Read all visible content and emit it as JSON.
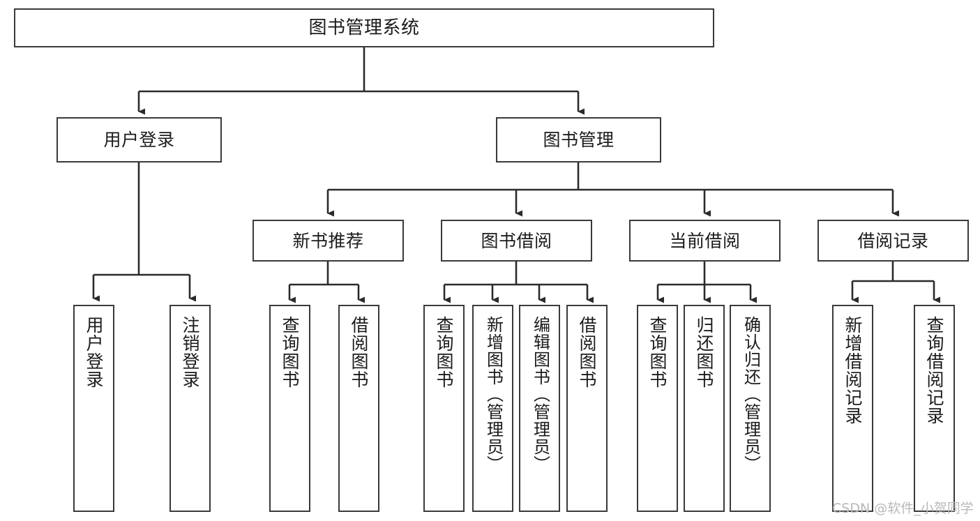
{
  "diagram": {
    "title": "图书管理系统",
    "type": "tree-hierarchy",
    "watermark": "CSDN @软件_小贺同学",
    "colors": {
      "box_border": "#3a3a3a",
      "box_fill": "#ffffff",
      "connector": "#2b2b2b",
      "text": "#1b1b1b",
      "watermark": "#b9b9b9"
    },
    "root": {
      "label": "图书管理系统"
    },
    "level2": [
      {
        "label": "用户登录"
      },
      {
        "label": "图书管理"
      }
    ],
    "level3": [
      {
        "label": "新书推荐"
      },
      {
        "label": "图书借阅"
      },
      {
        "label": "当前借阅"
      },
      {
        "label": "借阅记录"
      }
    ],
    "leaves": {
      "user_login": [
        {
          "label": "用户登录"
        },
        {
          "label": "注销登录"
        }
      ],
      "new_book_recommend": [
        {
          "label": "查询图书"
        },
        {
          "label": "借阅图书"
        }
      ],
      "book_borrow": [
        {
          "label": "查询图书"
        },
        {
          "label": "新增图书（管理员）"
        },
        {
          "label": "编辑图书（管理员）"
        },
        {
          "label": "借阅图书"
        }
      ],
      "current_borrow": [
        {
          "label": "查询图书"
        },
        {
          "label": "归还图书"
        },
        {
          "label": "确认归还（管理员）"
        }
      ],
      "borrow_record": [
        {
          "label": "新增借阅记录"
        },
        {
          "label": "查询借阅记录"
        }
      ]
    }
  }
}
